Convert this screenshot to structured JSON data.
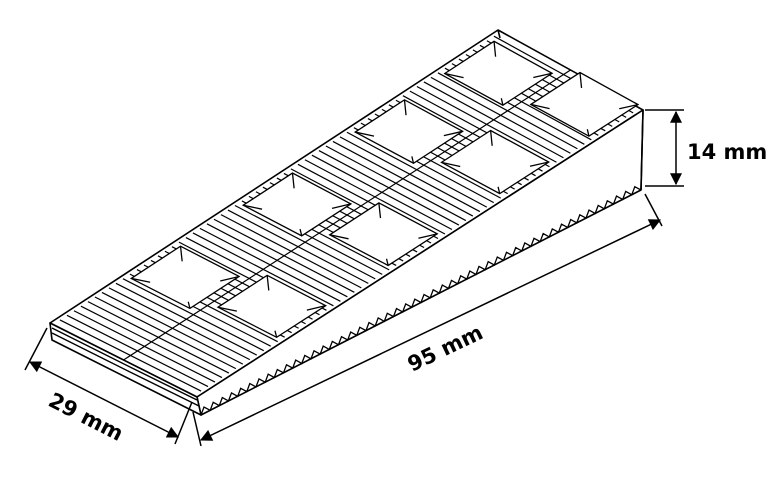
{
  "dimensions": {
    "width_label": "29 mm",
    "length_label": "95 mm",
    "height_label": "14 mm"
  },
  "colors": {
    "line": "#000000",
    "background": "#ffffff"
  }
}
